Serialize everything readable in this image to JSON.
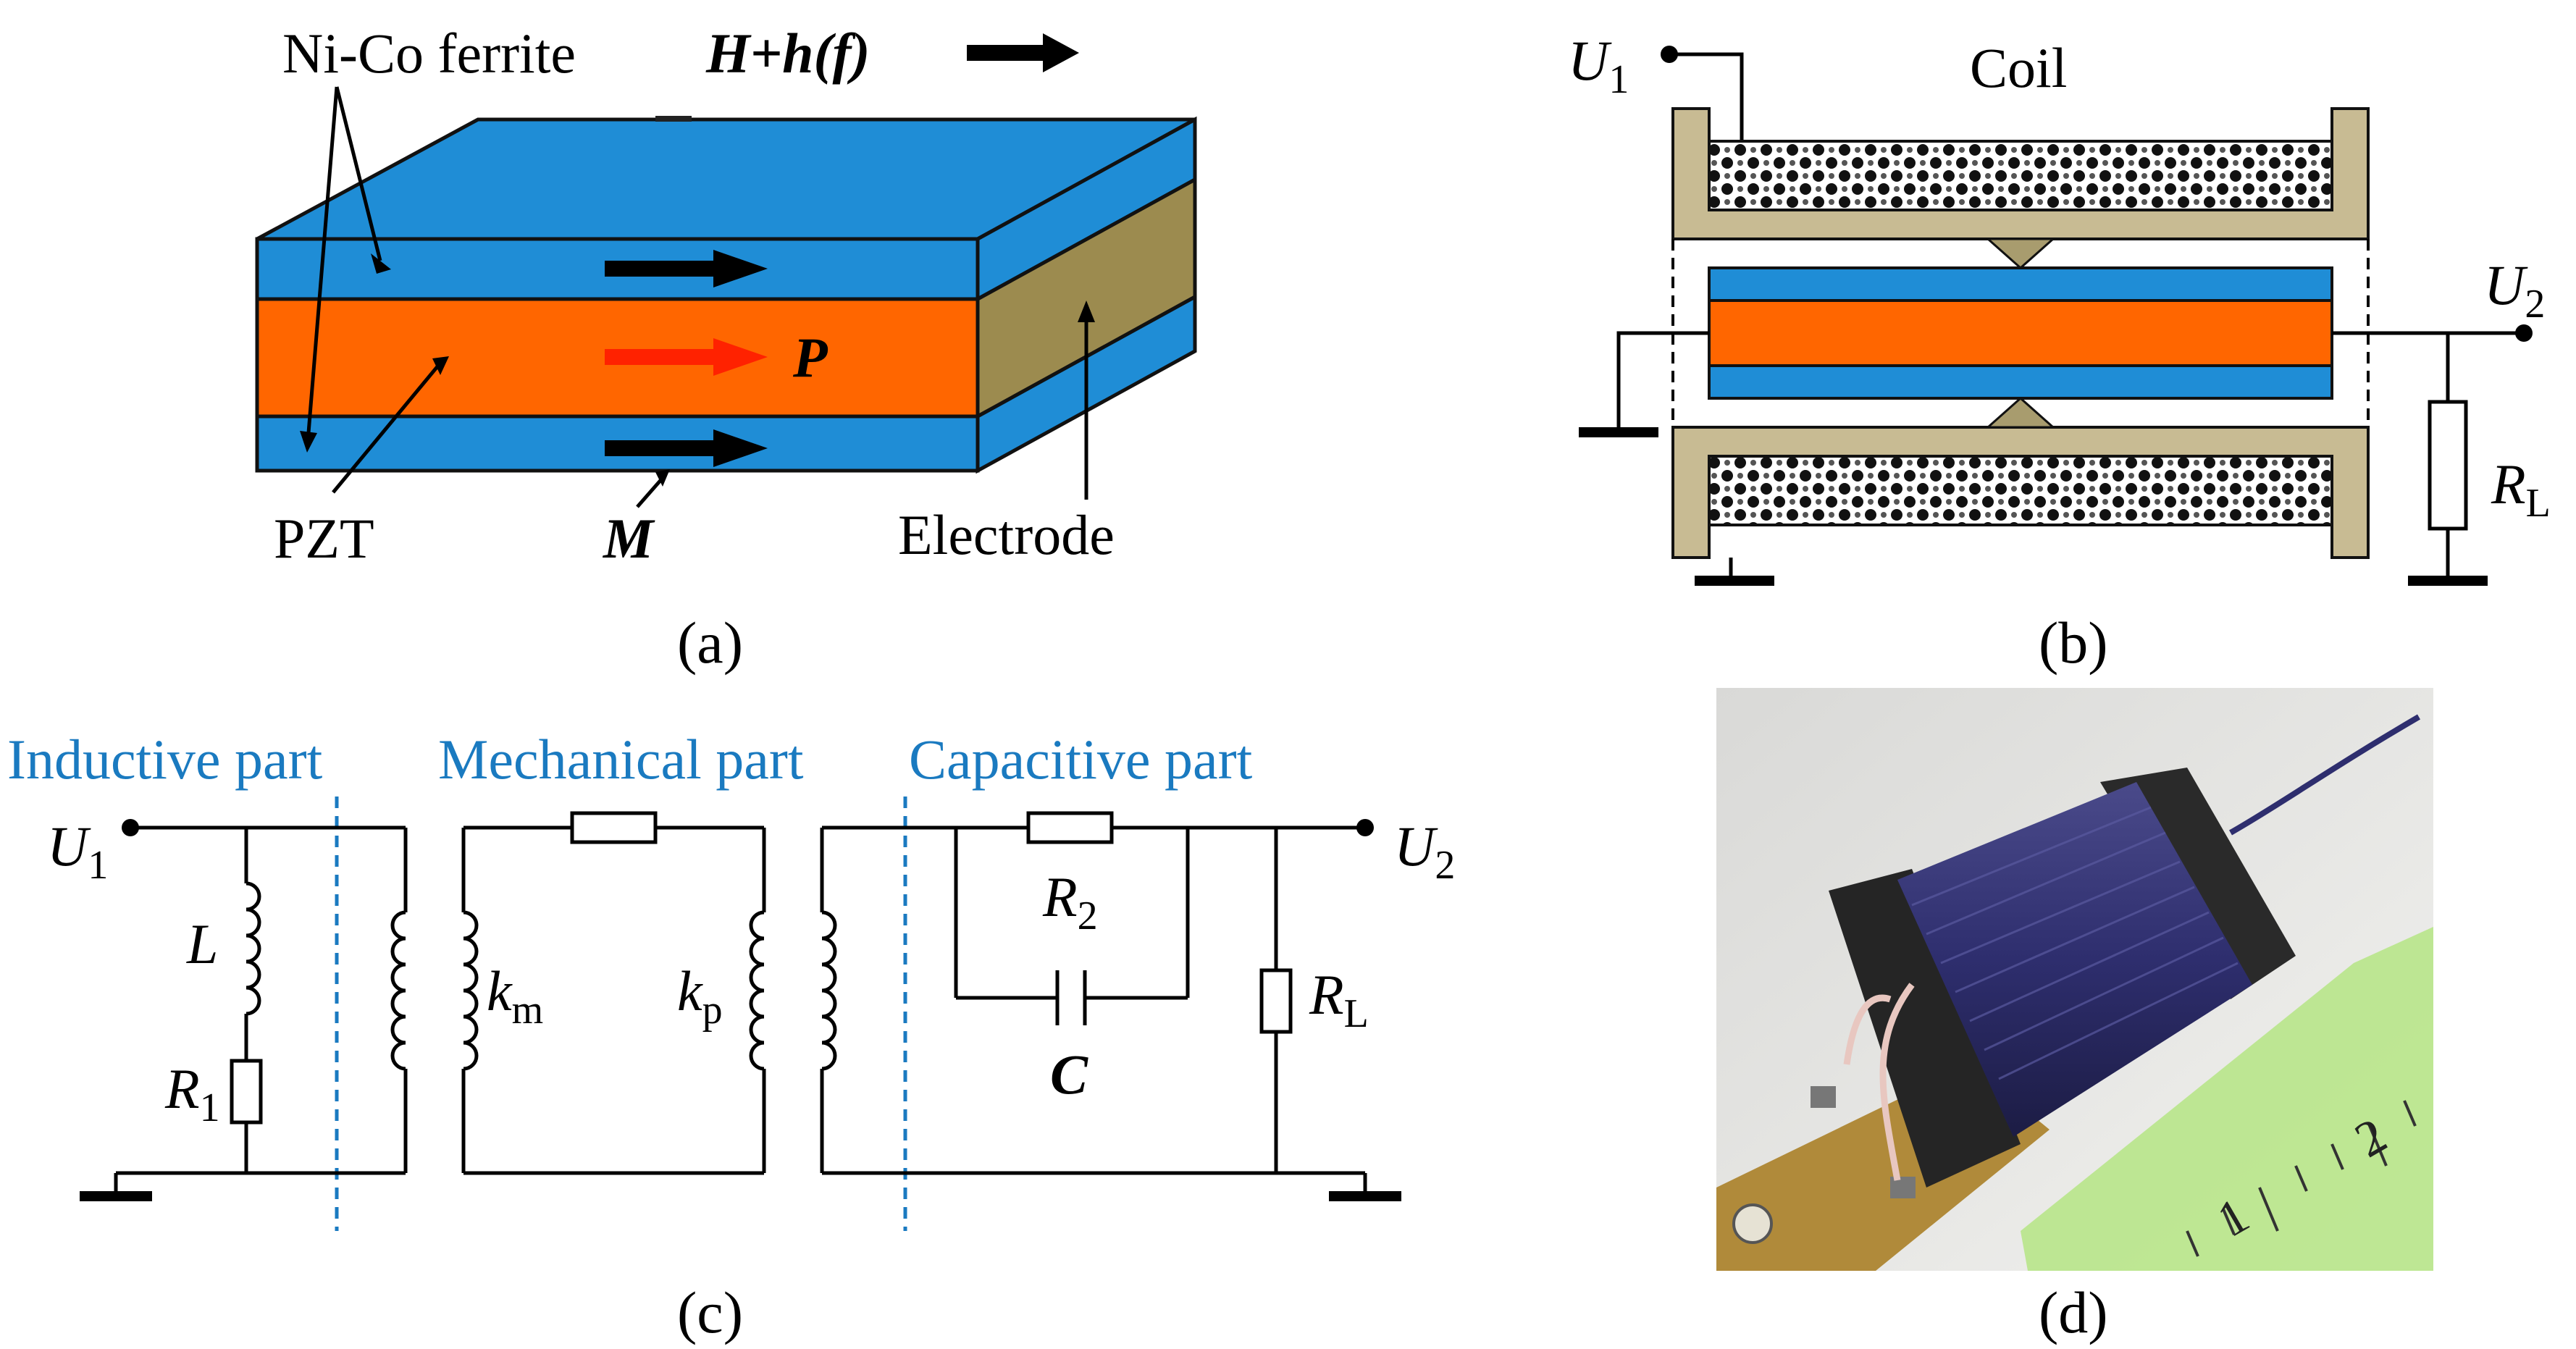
{
  "panel_a": {
    "caption": "(a)",
    "label_ferrite": "Ni-Co ferrite",
    "label_field": "H+h(f)",
    "label_pzt": "PZT",
    "label_m": "M",
    "label_p": "P",
    "label_electrode": "Electrode",
    "colors": {
      "ferrite": "#1f8dd6",
      "pzt": "#ff6600",
      "electrode": "#9c8b4f"
    }
  },
  "panel_b": {
    "caption": "(b)",
    "label_u1": "U",
    "label_u1_sub": "1",
    "label_coil": "Coil",
    "label_u2": "U",
    "label_u2_sub": "2",
    "label_rl": "R",
    "label_rl_sub": "L",
    "colors": {
      "bobbin": "#c8bb93"
    }
  },
  "panel_c": {
    "caption": "(c)",
    "section_inductive": "Inductive part",
    "section_mechanical": "Mechanical part",
    "section_capacitive": "Capacitive part",
    "label_u1": "U",
    "label_u1_sub": "1",
    "label_u2": "U",
    "label_u2_sub": "2",
    "label_l": "L",
    "label_r1": "R",
    "label_r1_sub": "1",
    "label_km": "k",
    "label_km_sub": "m",
    "label_kp": "k",
    "label_kp_sub": "p",
    "label_r2": "R",
    "label_r2_sub": "2",
    "label_c": "C",
    "label_rl": "R",
    "label_rl_sub": "L",
    "colors": {
      "section_text": "#1a7ac0"
    }
  },
  "panel_d": {
    "caption": "(d)",
    "ruler_ticks": [
      "1",
      "2"
    ]
  }
}
